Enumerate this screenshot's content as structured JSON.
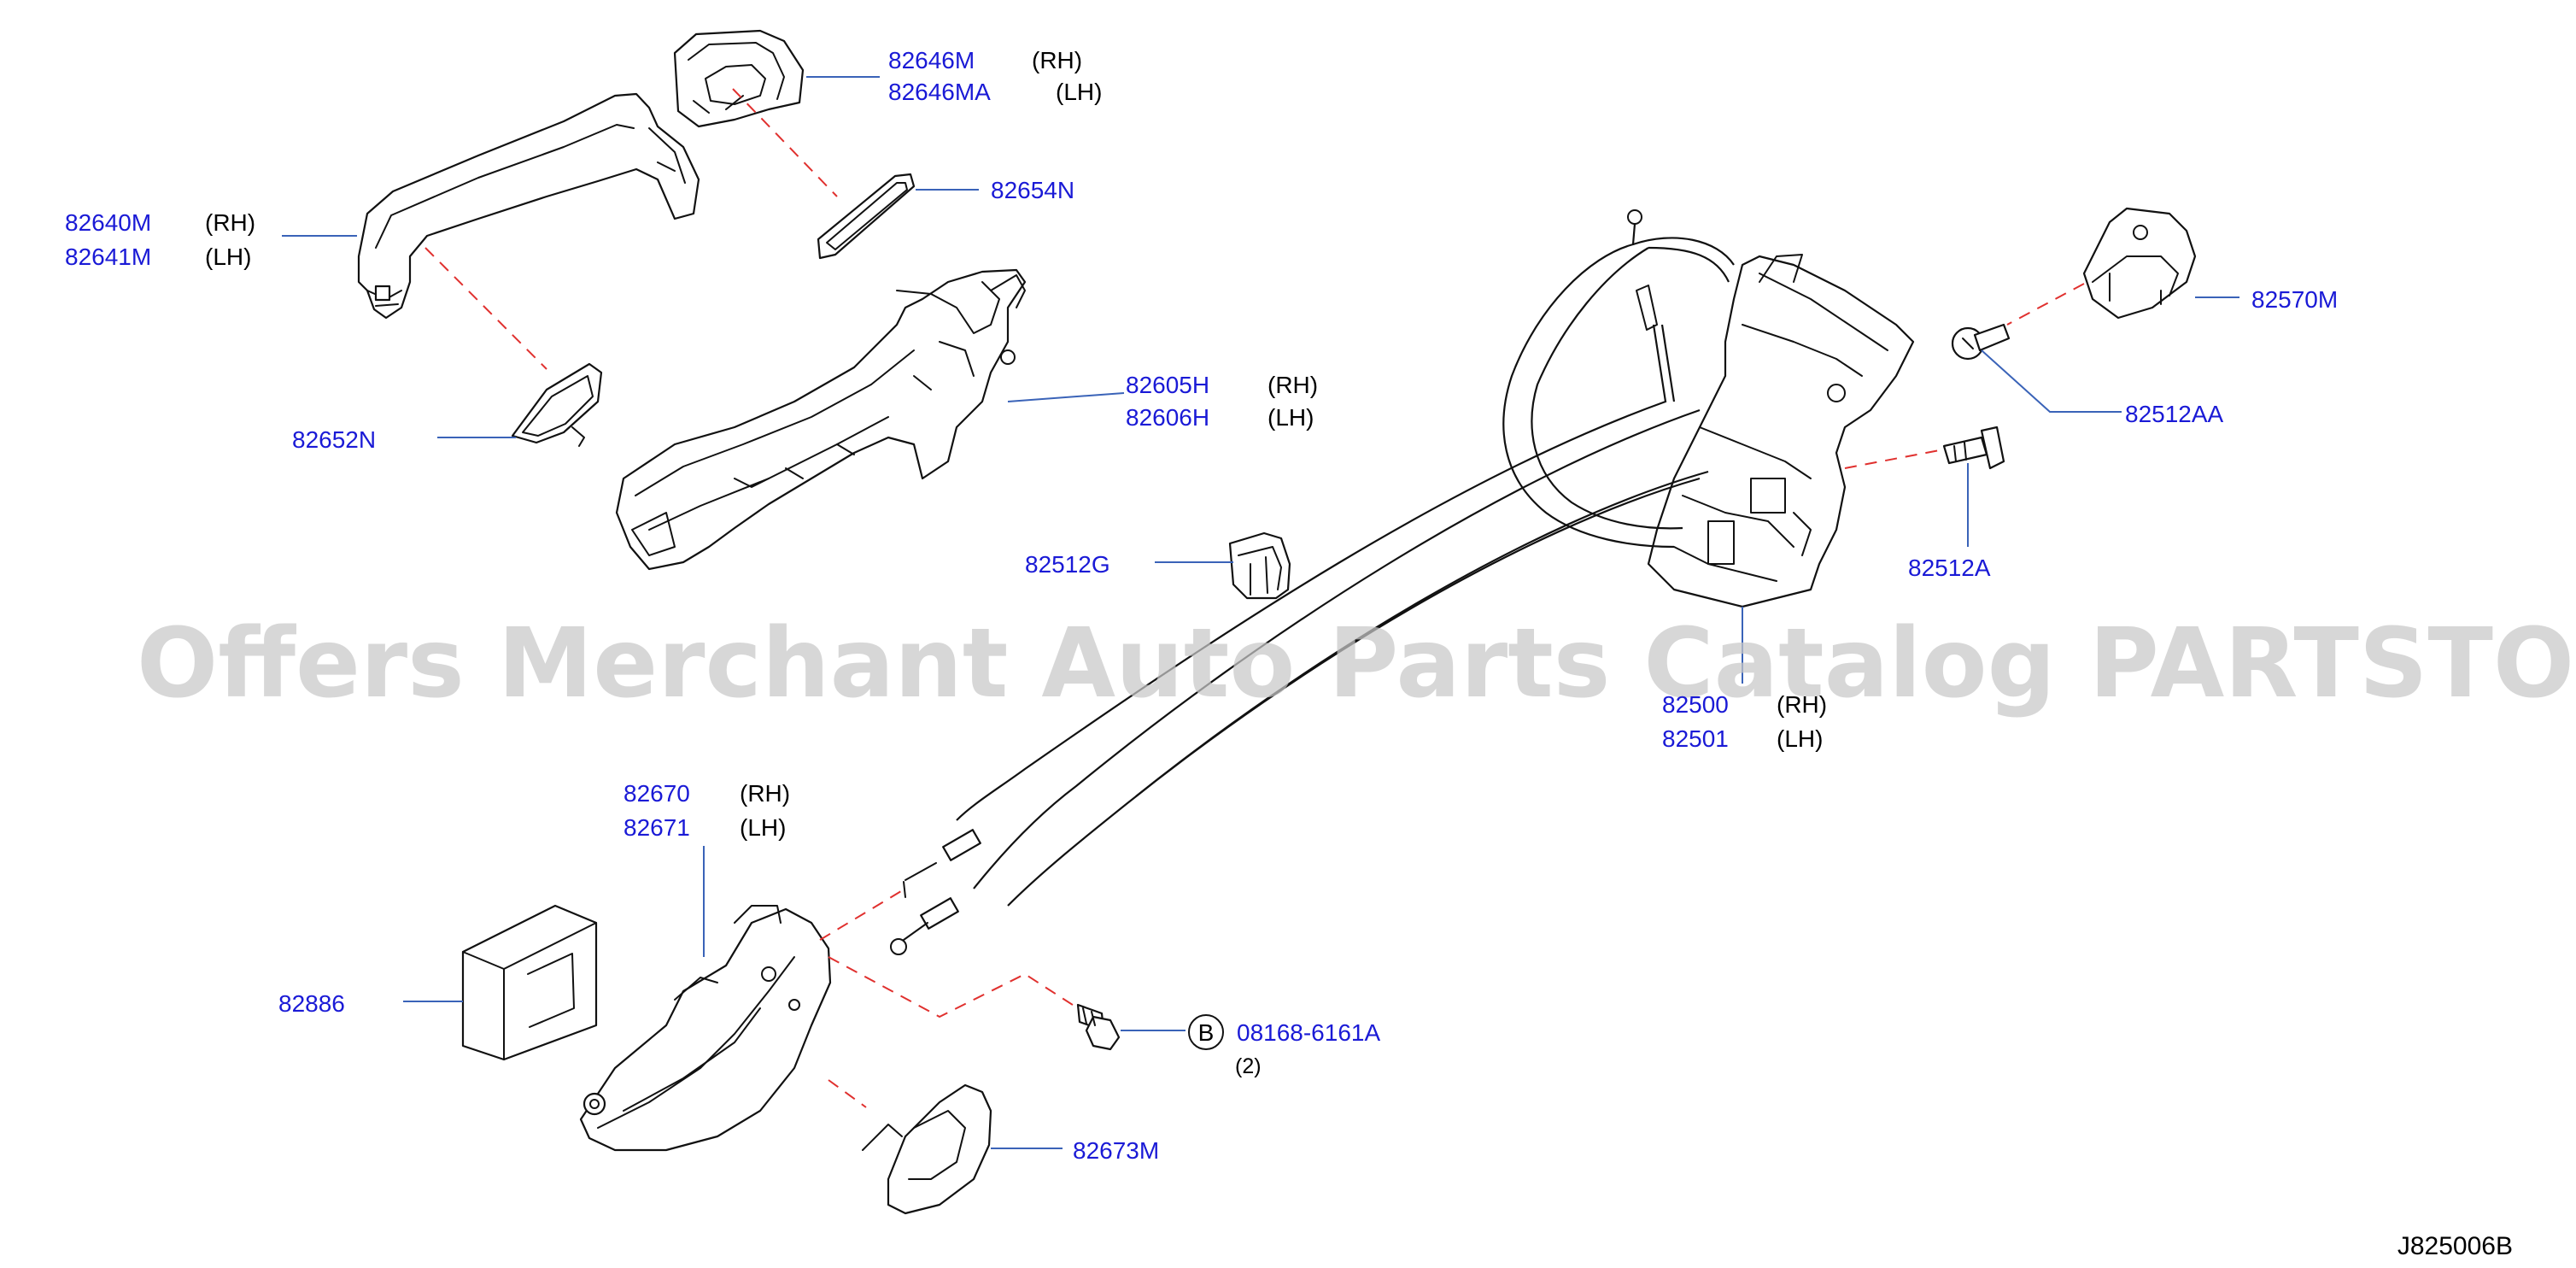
{
  "diagram": {
    "watermark": "Offers Merchant Auto Parts Catalog PARTSTORE.SA",
    "code": "J825006B",
    "callouts": [
      {
        "id": "82646m",
        "part": "82646M",
        "side": "(RH)"
      },
      {
        "id": "82646ma",
        "part": "82646MA",
        "side": "(LH)"
      },
      {
        "id": "82654n",
        "part": "82654N",
        "side": ""
      },
      {
        "id": "82640m",
        "part": "82640M",
        "side": "(RH)"
      },
      {
        "id": "82641m",
        "part": "82641M",
        "side": "(LH)"
      },
      {
        "id": "82605h",
        "part": "82605H",
        "side": "(RH)"
      },
      {
        "id": "82606h",
        "part": "82606H",
        "side": "(LH)"
      },
      {
        "id": "82652n",
        "part": "82652N",
        "side": ""
      },
      {
        "id": "82512g",
        "part": "82512G",
        "side": ""
      },
      {
        "id": "82570m",
        "part": "82570M",
        "side": ""
      },
      {
        "id": "82512aa",
        "part": "82512AA",
        "side": ""
      },
      {
        "id": "82512a",
        "part": "82512A",
        "side": ""
      },
      {
        "id": "82500",
        "part": "82500",
        "side": "(RH)"
      },
      {
        "id": "82501",
        "part": "82501",
        "side": "(LH)"
      },
      {
        "id": "82670",
        "part": "82670",
        "side": "(RH)"
      },
      {
        "id": "82671",
        "part": "82671",
        "side": "(LH)"
      },
      {
        "id": "82886",
        "part": "82886",
        "side": ""
      },
      {
        "id": "08168",
        "part": "08168-6161A",
        "side": ""
      },
      {
        "id": "82673m",
        "part": "82673M",
        "side": ""
      }
    ],
    "bolt_marker": "B",
    "bolt_qty": "(2)"
  }
}
